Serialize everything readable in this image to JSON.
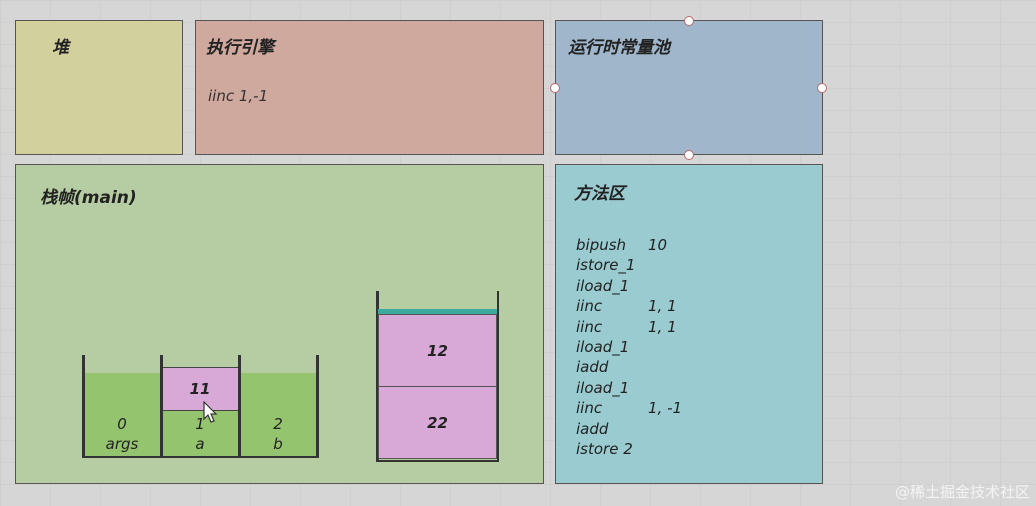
{
  "heap": {
    "title": "堆"
  },
  "engine": {
    "title": "执行引擎",
    "instruction": "iinc 1,-1"
  },
  "pool": {
    "title": "运行时常量池"
  },
  "frame": {
    "title": "栈帧(main)",
    "locals": [
      {
        "index": "0",
        "name": "args"
      },
      {
        "index": "1",
        "name": "a",
        "value": "11"
      },
      {
        "index": "2",
        "name": "b"
      }
    ],
    "operand_stack": [
      "12",
      "22"
    ]
  },
  "method": {
    "title": "方法区",
    "code": [
      {
        "op": "bipush",
        "arg": "10"
      },
      {
        "op": "istore_1",
        "arg": ""
      },
      {
        "op": "iload_1",
        "arg": ""
      },
      {
        "op": "iinc",
        "arg": "1, 1"
      },
      {
        "op": "iinc",
        "arg": "1, 1"
      },
      {
        "op": "iload_1",
        "arg": ""
      },
      {
        "op": "iadd",
        "arg": ""
      },
      {
        "op": "iload_1",
        "arg": ""
      },
      {
        "op": "iinc",
        "arg": "1, -1"
      },
      {
        "op": "iadd",
        "arg": ""
      },
      {
        "op": "istore 2",
        "arg": ""
      }
    ]
  },
  "watermark": "@稀土掘金技术社区",
  "colors": {
    "heap": "#d2d09c",
    "engine": "#cfa89e",
    "pool": "#9fb6cb",
    "frame": "#b6cca2",
    "method": "#99cbd0",
    "slot_fill": "#94c46e",
    "value_box": "#d8a8d6",
    "stack_top": "#3cab9e"
  }
}
